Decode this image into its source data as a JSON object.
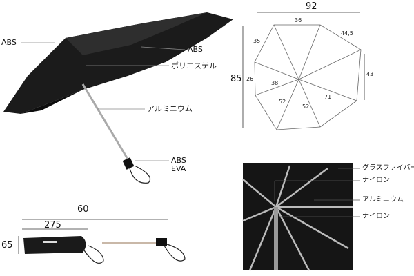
{
  "umbrella_labels": {
    "canopy_tip": "ABS",
    "top_cap": "ABS",
    "canopy_fabric": "ポリエステル",
    "shaft": "アルミニウム",
    "handle": "ABS",
    "strap": "EVA"
  },
  "folded_dimensions": {
    "total_length": "60",
    "body_length": "275",
    "height": "65"
  },
  "top_view_dimensions": {
    "width": "92",
    "height": "85",
    "edges": [
      "36",
      "44,5",
      "43",
      "35",
      "26"
    ],
    "ribs": [
      "38",
      "52",
      "52",
      "71"
    ]
  },
  "frame_labels": {
    "rib_tip": "グラスファイバー",
    "top_notch": "ナイロン",
    "ribs": "アルミニウム",
    "runner": "ナイロン"
  }
}
